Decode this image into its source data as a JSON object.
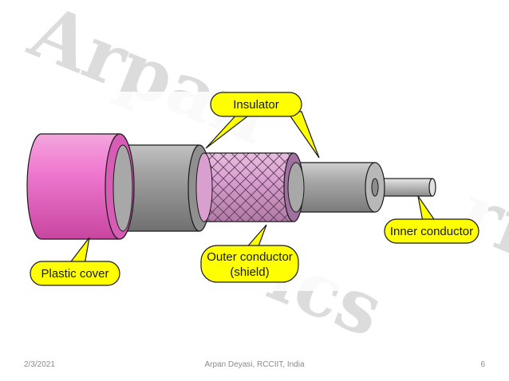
{
  "watermark": {
    "text_top": "Arpan",
    "text_bottom": "ics",
    "text_right": "ri",
    "color": "#dcdcdc"
  },
  "diagram": {
    "labels": {
      "insulator": "Insulator",
      "inner_conductor": "Inner conductor",
      "plastic_cover": "Plastic cover",
      "outer_conductor_line1": "Outer conductor",
      "outer_conductor_line2": "(shield)"
    },
    "colors": {
      "plastic_cover": "#f07ad0",
      "insulator": "#9a9a9a",
      "shield": "#d9a0cf",
      "callout_fill": "#ffff00",
      "callout_stroke": "#1a1a1a"
    }
  },
  "footer": {
    "date": "2/3/2021",
    "center": "Arpan Deyasi, RCCIIT, India",
    "page": "6"
  }
}
